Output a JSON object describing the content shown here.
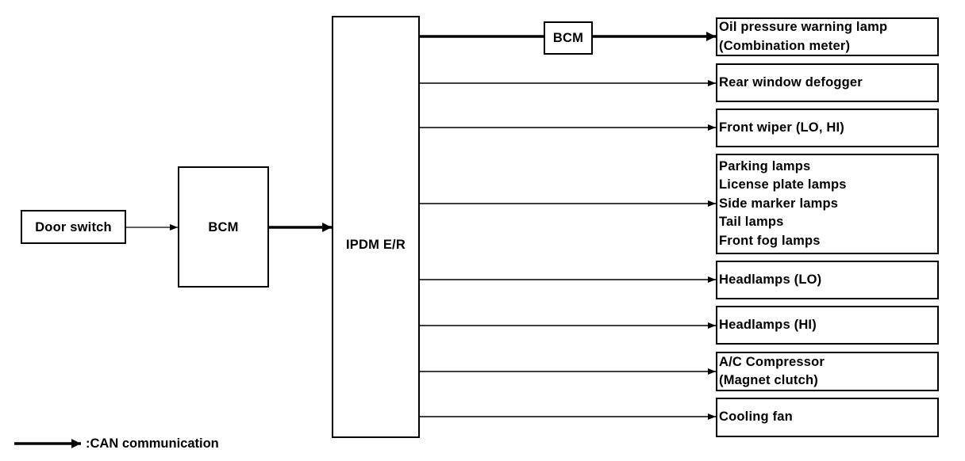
{
  "diagram": {
    "door_switch": "Door switch",
    "bcm_main": "BCM",
    "ipdm": "IPDM E/R",
    "bcm_relay": "BCM",
    "outputs": [
      {
        "lines": [
          "Oil pressure warning lamp",
          "(Combination meter)"
        ]
      },
      {
        "lines": [
          "Rear window defogger"
        ]
      },
      {
        "lines": [
          "Front wiper (LO, HI)"
        ]
      },
      {
        "lines": [
          "Parking lamps",
          "License plate lamps",
          "Side marker lamps",
          "Tail lamps",
          "Front fog lamps"
        ]
      },
      {
        "lines": [
          "Headlamps (LO)"
        ]
      },
      {
        "lines": [
          "Headlamps (HI)"
        ]
      },
      {
        "lines": [
          "A/C Compressor",
          "(Magnet clutch)"
        ]
      },
      {
        "lines": [
          "Cooling fan"
        ]
      }
    ],
    "legend": ":CAN communication"
  }
}
